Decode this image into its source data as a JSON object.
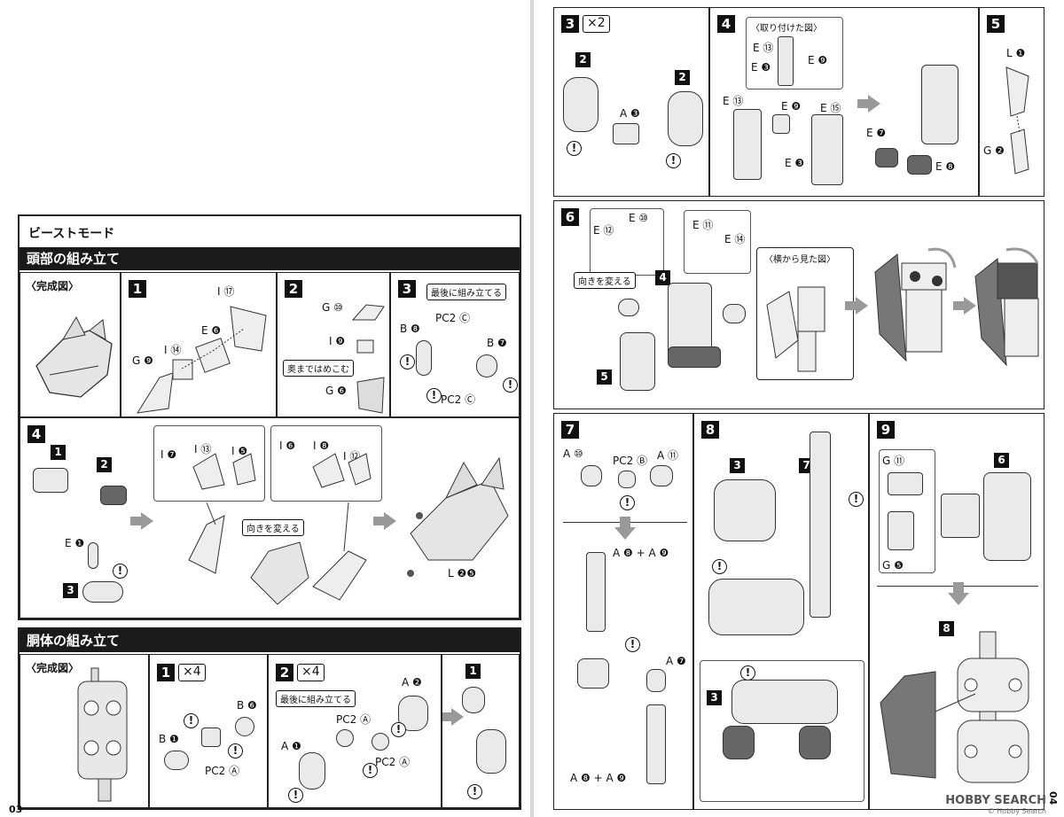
{
  "left_page": {
    "mode_title": "ビーストモード",
    "head_section": {
      "title": "頭部の組み立て",
      "completed_label": "〈完成図〉",
      "steps": [
        {
          "num": "1",
          "labels": [
            "I ⑰",
            "E ❻",
            "I ⑭",
            "G ❾"
          ]
        },
        {
          "num": "2",
          "labels": [
            "G ⑩",
            "I ❾",
            "G ❻"
          ],
          "note": "奥まではめこむ"
        },
        {
          "num": "3",
          "labels": [
            "B ❽",
            "B ❼",
            "PC2 Ⓒ",
            "PC2 Ⓒ"
          ],
          "note": "最後に組み立てる"
        },
        {
          "num": "4",
          "sub_steps": [
            "1",
            "2",
            "3"
          ],
          "labels": [
            "E ❶",
            "I ❼",
            "I ⑬",
            "I ❺",
            "I ❻",
            "I ❽",
            "I ⑫",
            "L ❷❺"
          ],
          "note": "向きを変える"
        }
      ]
    },
    "torso_section": {
      "title": "胴体の組み立て",
      "completed_label": "〈完成図〉",
      "steps": [
        {
          "num": "1",
          "multiplier": "×4",
          "labels": [
            "B ❶",
            "B ❻",
            "PC2 Ⓐ"
          ]
        },
        {
          "num": "2",
          "multiplier": "×4",
          "labels": [
            "A ❶",
            "A ❷",
            "PC2 Ⓐ",
            "PC2 Ⓐ"
          ],
          "note": "最後に組み立てる",
          "next_step": "1"
        }
      ]
    },
    "page_number": "03"
  },
  "right_page": {
    "steps": [
      {
        "num": "3",
        "multiplier": "×2",
        "labels": [
          "A ❸"
        ],
        "sub_steps": [
          "2",
          "2"
        ]
      },
      {
        "num": "4",
        "inset_title": "〈取り付けた図〉",
        "labels": [
          "E ⑬",
          "E ❸",
          "E ❾",
          "E ⑬",
          "E ❾",
          "E ⑮",
          "E ❸",
          "E ❼",
          "E ❽"
        ]
      },
      {
        "num": "5",
        "labels": [
          "L ❶",
          "G ❷"
        ]
      },
      {
        "num": "6",
        "labels": [
          "E ⑫",
          "E ⑩",
          "E ⑪",
          "E ⑭"
        ],
        "note": "向きを変える",
        "inset_title": "〈横から見た図〉",
        "sub_steps": [
          "4",
          "5"
        ]
      },
      {
        "num": "7",
        "labels": [
          "A ⑩",
          "PC2 Ⓑ",
          "A ⑪",
          "A ❽ + A ❾",
          "A ❼",
          "A ❽ + A ❾"
        ]
      },
      {
        "num": "8",
        "sub_steps": [
          "3",
          "7",
          "3"
        ]
      },
      {
        "num": "9",
        "labels": [
          "G ⑪",
          "G ❺"
        ],
        "sub_steps": [
          "6",
          "8"
        ]
      }
    ],
    "page_number": "04",
    "watermark": "HOBBY SEARCH",
    "watermark_sub": "© Hobby Search"
  }
}
